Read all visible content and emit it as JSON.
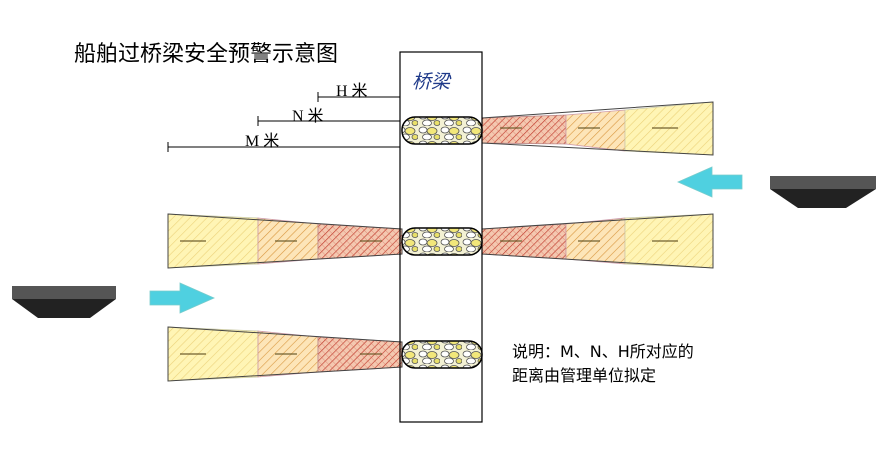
{
  "title": "船舶过桥梁安全预警示意图",
  "bridge": {
    "label": "桥梁"
  },
  "distances": {
    "h_label": "H 米",
    "n_label": "N 米",
    "m_label": "M 米"
  },
  "note": {
    "line1": "说明：M、N、H所对应的",
    "line2": "距离由管理单位拟定"
  },
  "colors": {
    "zone_far": "#fff5b5",
    "zone_far_hatch": "#e8c24a",
    "zone_mid": "#fde1b0",
    "zone_mid_hatch": "#d9893a",
    "zone_near": "#f4c3a8",
    "zone_near_hatch": "#c0392b",
    "arrow": "#4fd0e0",
    "ship": "#3a3a3a"
  }
}
